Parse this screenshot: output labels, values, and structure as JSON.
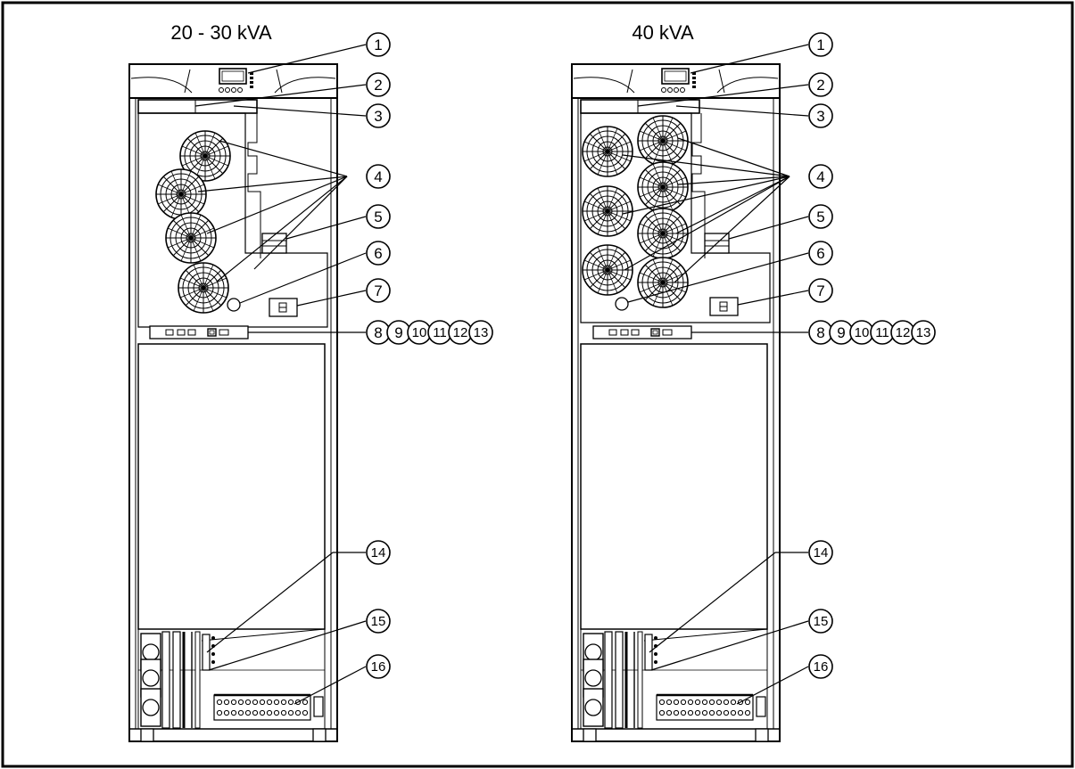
{
  "figure": {
    "left_unit": {
      "title": "20 - 30 kVA"
    },
    "right_unit": {
      "title": "40 kVA"
    },
    "callouts": [
      "1",
      "2",
      "3",
      "4",
      "5",
      "6",
      "7",
      "8",
      "9",
      "10",
      "11",
      "12",
      "13",
      "14",
      "15",
      "16"
    ],
    "colors": {
      "line": "#000000",
      "background": "#ffffff"
    }
  }
}
